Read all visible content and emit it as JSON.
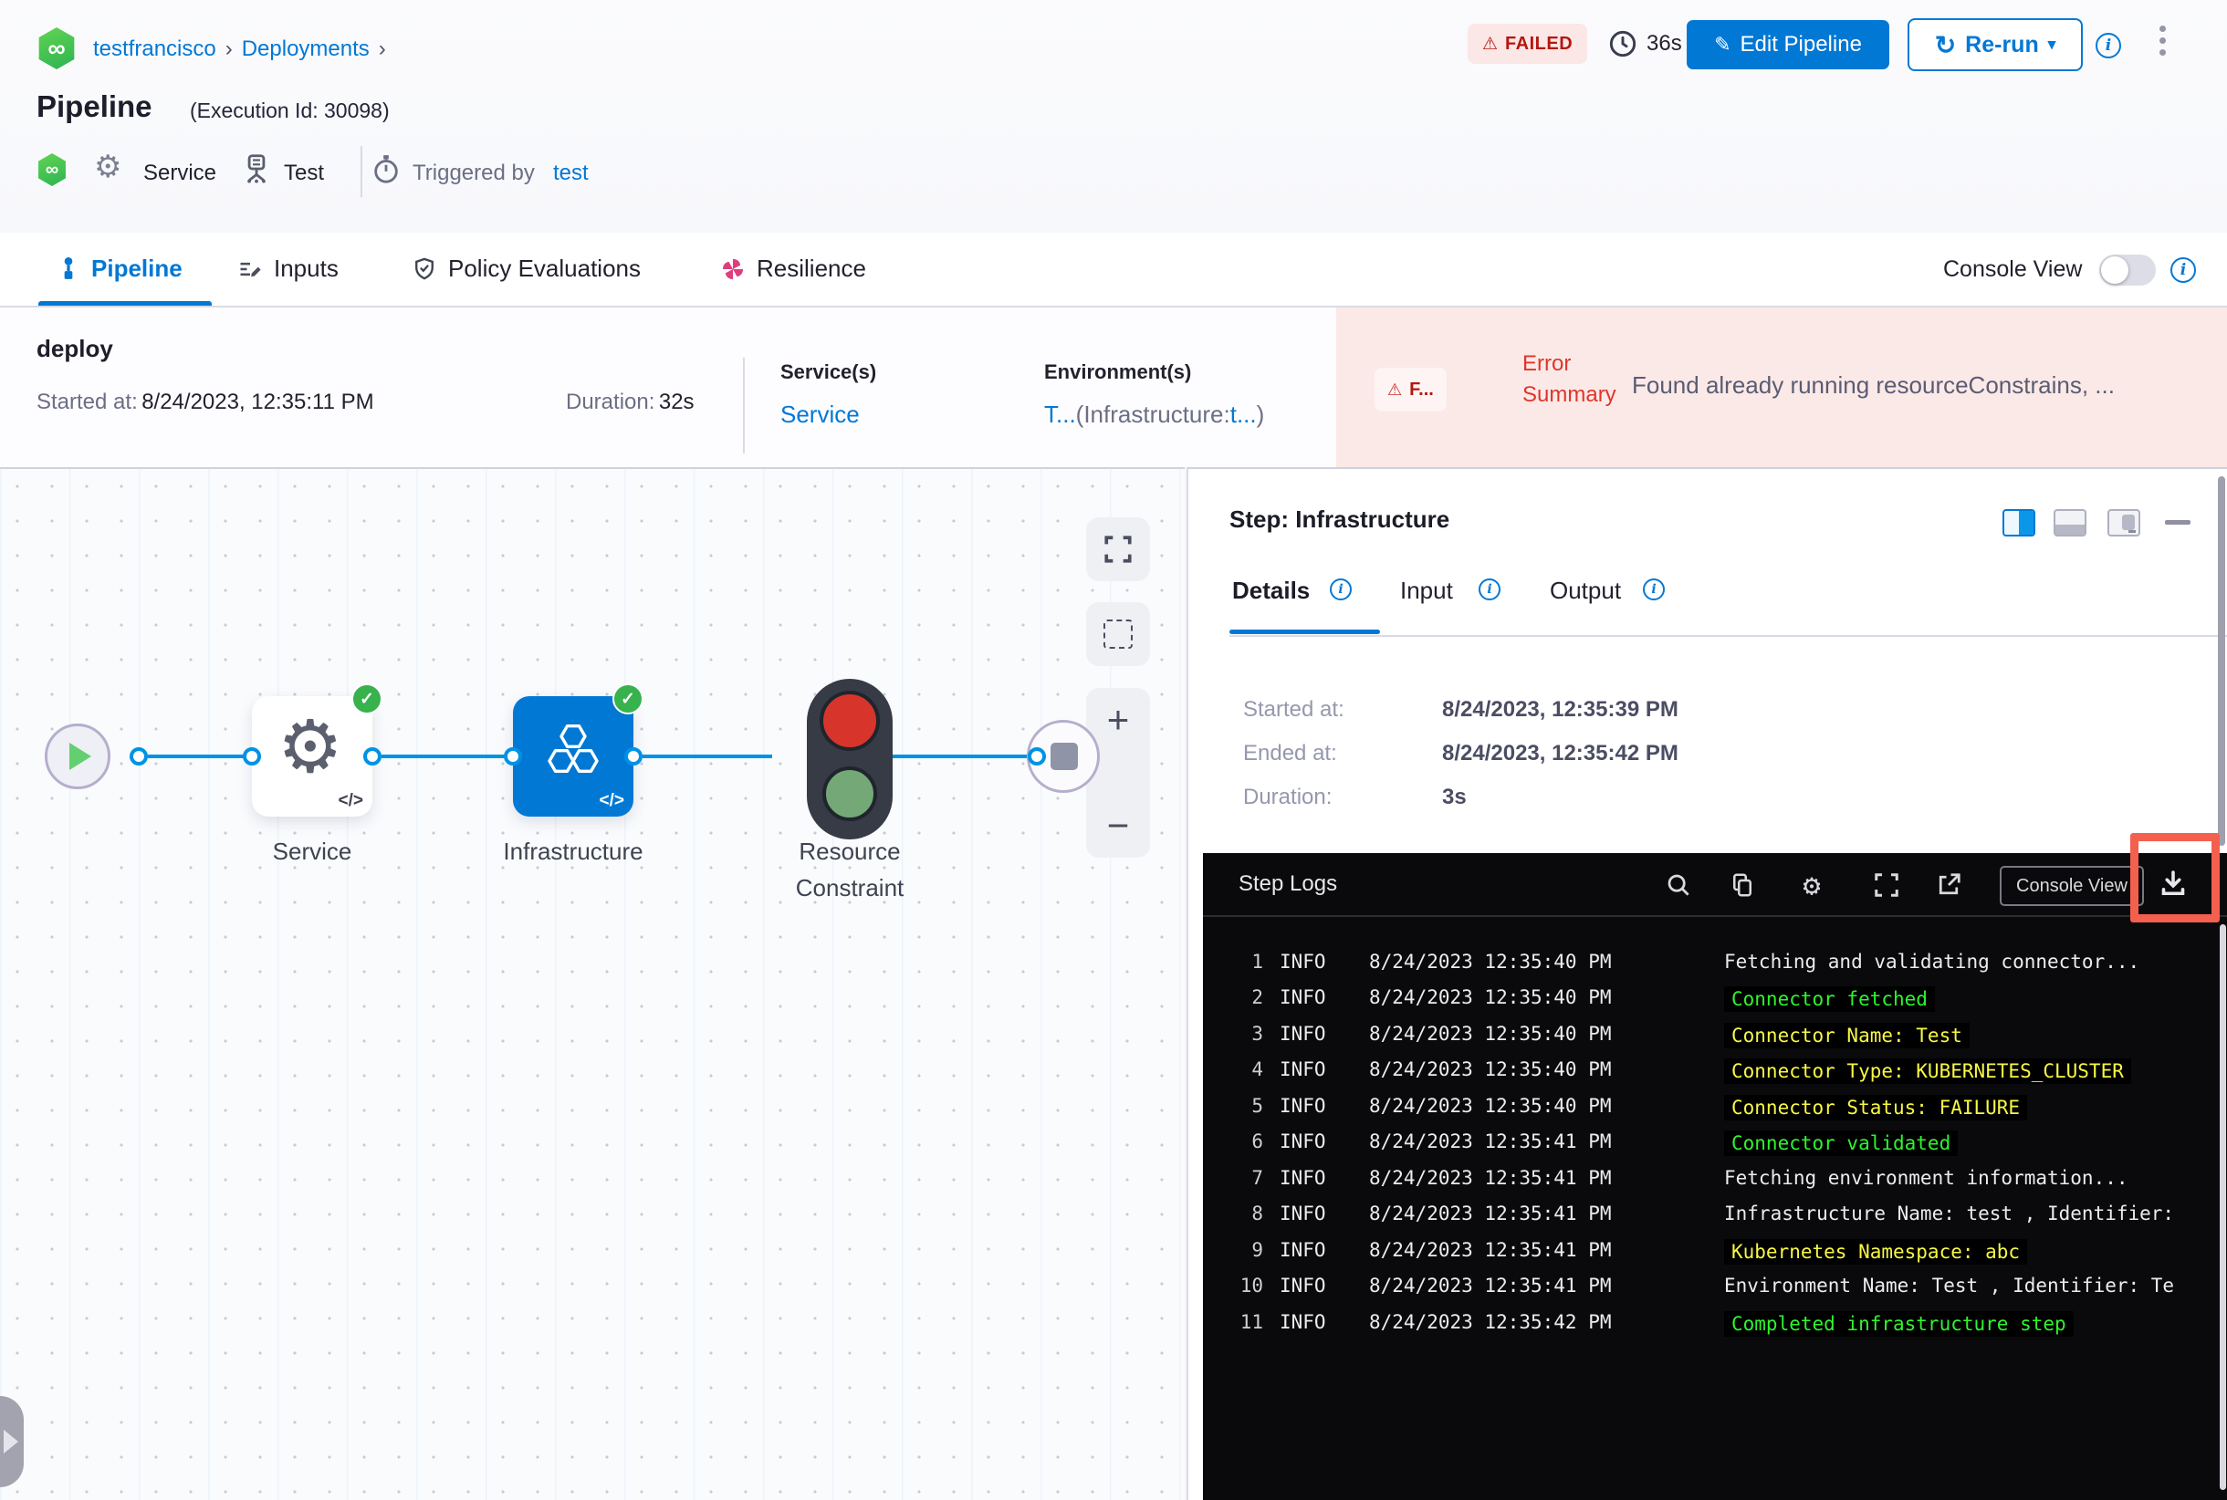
{
  "breadcrumb": {
    "project": "testfrancisco",
    "section": "Deployments",
    "sep": "›"
  },
  "header": {
    "title": "Pipeline",
    "execution_id": "(Execution Id: 30098)",
    "status": "FAILED",
    "elapsed": "36s",
    "edit_btn": "Edit Pipeline",
    "rerun_btn": "Re-run",
    "service": "Service",
    "test": "Test",
    "triggered_by": "Triggered by",
    "triggered_by_user": "test",
    "infinity_glyph": "∞"
  },
  "tabs": {
    "pipeline": "Pipeline",
    "inputs": "Inputs",
    "policy": "Policy Evaluations",
    "resilience": "Resilience",
    "console_view": "Console View"
  },
  "summary": {
    "stage": "deploy",
    "started_label": "Started at:",
    "started": "8/24/2023, 12:35:11 PM",
    "duration_label": "Duration:",
    "duration": "32s",
    "services_label": "Service(s)",
    "services": "Service",
    "environments_label": "Environment(s)",
    "env_part1": "T...",
    "env_part2": "(Infrastructure:",
    "env_part3": "t...",
    "env_part4": ")",
    "error_chip": "F...",
    "error_word1": "Error",
    "error_word2": "Summary",
    "error_text": "Found already running resourceConstrains, ..."
  },
  "graph": {
    "node1": "Service",
    "node2": "Infrastructure",
    "node3_line1": "Resource",
    "node3_line2": "Constraint",
    "code_glyph": "</>",
    "zoom_in": "+",
    "zoom_out": "−"
  },
  "panel": {
    "title": "Step: Infrastructure",
    "tab_details": "Details",
    "tab_input": "Input",
    "tab_output": "Output",
    "started_label": "Started at:",
    "started": "8/24/2023, 12:35:39 PM",
    "ended_label": "Ended at:",
    "ended": "8/24/2023, 12:35:42 PM",
    "duration_label": "Duration:",
    "duration": "3s"
  },
  "logs": {
    "title": "Step Logs",
    "console_view": "Console View",
    "lines": [
      {
        "num": "1",
        "level": "INFO",
        "time": "8/24/2023 12:35:40 PM",
        "msg": "Fetching and validating connector...",
        "color": "white"
      },
      {
        "num": "2",
        "level": "INFO",
        "time": "8/24/2023 12:35:40 PM",
        "msg": "Connector fetched",
        "color": "green"
      },
      {
        "num": "3",
        "level": "INFO",
        "time": "8/24/2023 12:35:40 PM",
        "msg": "Connector Name: Test",
        "color": "yellow"
      },
      {
        "num": "4",
        "level": "INFO",
        "time": "8/24/2023 12:35:40 PM",
        "msg": "Connector Type: KUBERNETES_CLUSTER",
        "color": "yellow"
      },
      {
        "num": "5",
        "level": "INFO",
        "time": "8/24/2023 12:35:40 PM",
        "msg": "Connector Status: FAILURE",
        "color": "yellow"
      },
      {
        "num": "6",
        "level": "INFO",
        "time": "8/24/2023 12:35:41 PM",
        "msg": "Connector validated",
        "color": "green"
      },
      {
        "num": "7",
        "level": "INFO",
        "time": "8/24/2023 12:35:41 PM",
        "msg": "Fetching environment information...",
        "color": "white"
      },
      {
        "num": "8",
        "level": "INFO",
        "time": "8/24/2023 12:35:41 PM",
        "msg": "Infrastructure Name: test , Identifier:",
        "color": "white"
      },
      {
        "num": "9",
        "level": "INFO",
        "time": "8/24/2023 12:35:41 PM",
        "msg": "Kubernetes Namespace: abc",
        "color": "yellow"
      },
      {
        "num": "10",
        "level": "INFO",
        "time": "8/24/2023 12:35:41 PM",
        "msg": "Environment Name: Test , Identifier: Te",
        "color": "white"
      },
      {
        "num": "11",
        "level": "INFO",
        "time": "8/24/2023 12:35:42 PM",
        "msg": "Completed infrastructure step",
        "color": "green"
      }
    ]
  },
  "colors": {
    "primary": "#0278d5",
    "failed_red": "#b41710",
    "error_red": "#e0352b",
    "connector_blue": "#0092e4",
    "success_green": "#37b24d",
    "log_green": "#2ef52e",
    "log_yellow": "#f7f746",
    "annotation_red": "#f4604e"
  }
}
